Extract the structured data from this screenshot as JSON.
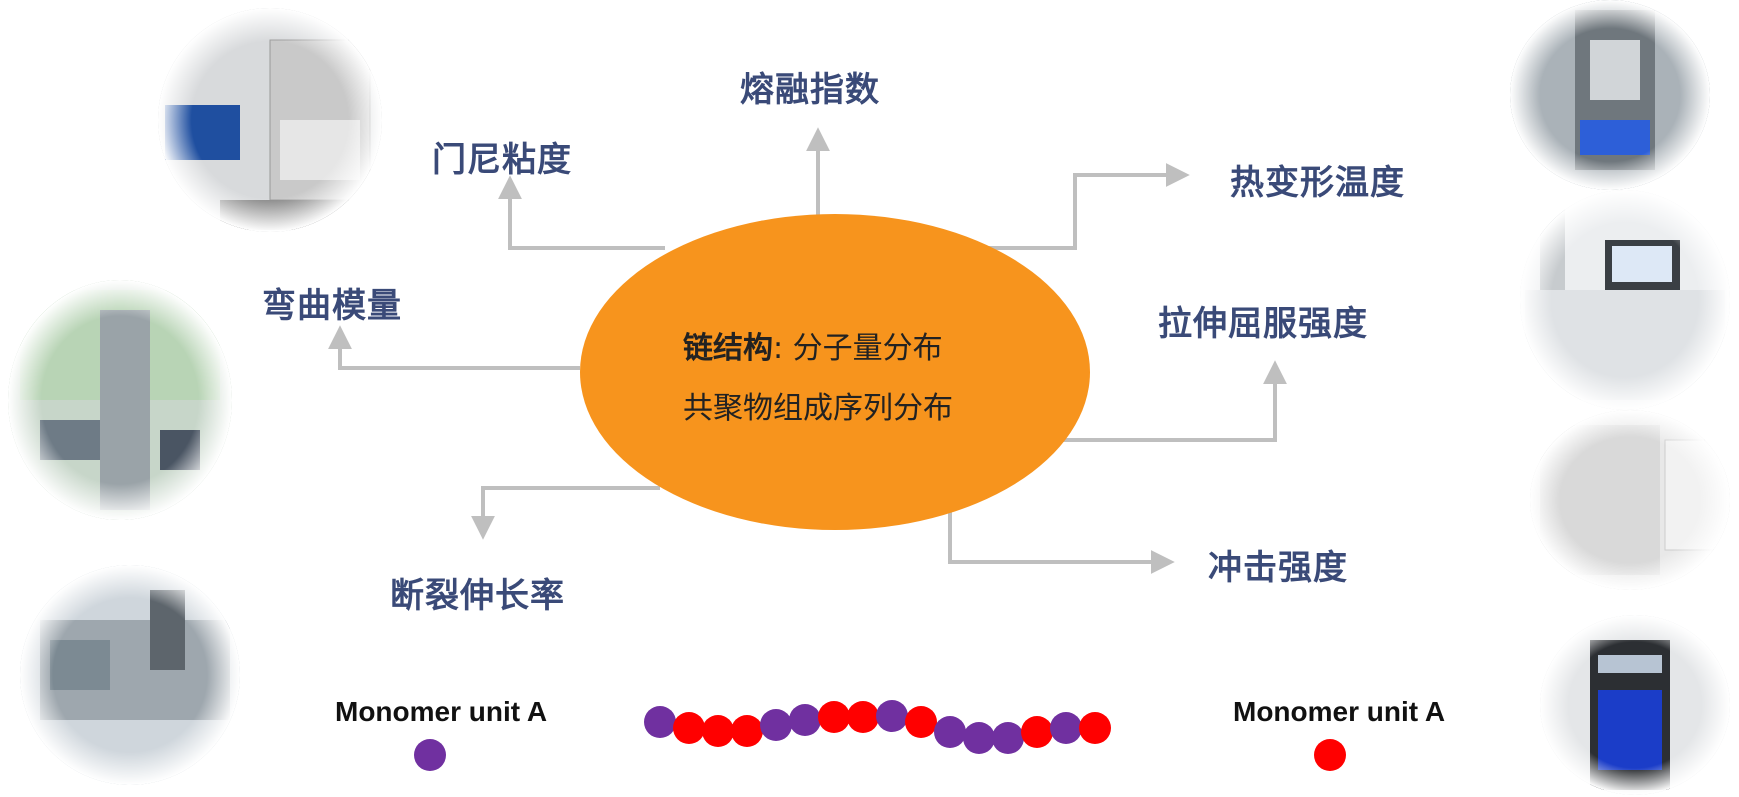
{
  "center": {
    "line1_bold": "链结构",
    "line1_rest": ":  分子量分布",
    "line2": "共聚物组成序列分布"
  },
  "properties": {
    "melt_index": "熔融指数",
    "mooney_viscosity": "门尼粘度",
    "heat_deflection": "热变形温度",
    "flexural_modulus": "弯曲模量",
    "tensile_yield": "拉伸屈服强度",
    "elongation_break": "断裂伸长率",
    "impact_strength": "冲击强度"
  },
  "monomers": {
    "left_label": "Monomer unit A",
    "right_label": "Monomer unit A",
    "color_a": "#7030a0",
    "color_b": "#ff0000"
  },
  "chain": {
    "sequence": [
      "A",
      "B",
      "B",
      "B",
      "A",
      "A",
      "B",
      "B",
      "A",
      "B",
      "A",
      "A",
      "A",
      "B",
      "A",
      "B"
    ]
  },
  "colors": {
    "ellipse": "#f7941d",
    "arrow": "#bfbfbf",
    "text": "#3a4a78"
  },
  "photos": [
    {
      "id": "photo-instrument-top-left",
      "icon": "lab-instrument-icon"
    },
    {
      "id": "photo-reactor-left",
      "icon": "lab-reactor-icon"
    },
    {
      "id": "photo-tester-bottom-left",
      "icon": "test-machine-icon"
    },
    {
      "id": "photo-instrument-top-right",
      "icon": "lab-instrument-icon"
    },
    {
      "id": "photo-analyzer-right",
      "icon": "analyzer-icon"
    },
    {
      "id": "photo-cabinet-right",
      "icon": "cabinet-icon"
    },
    {
      "id": "photo-device-bottom-right",
      "icon": "lab-device-icon"
    }
  ]
}
